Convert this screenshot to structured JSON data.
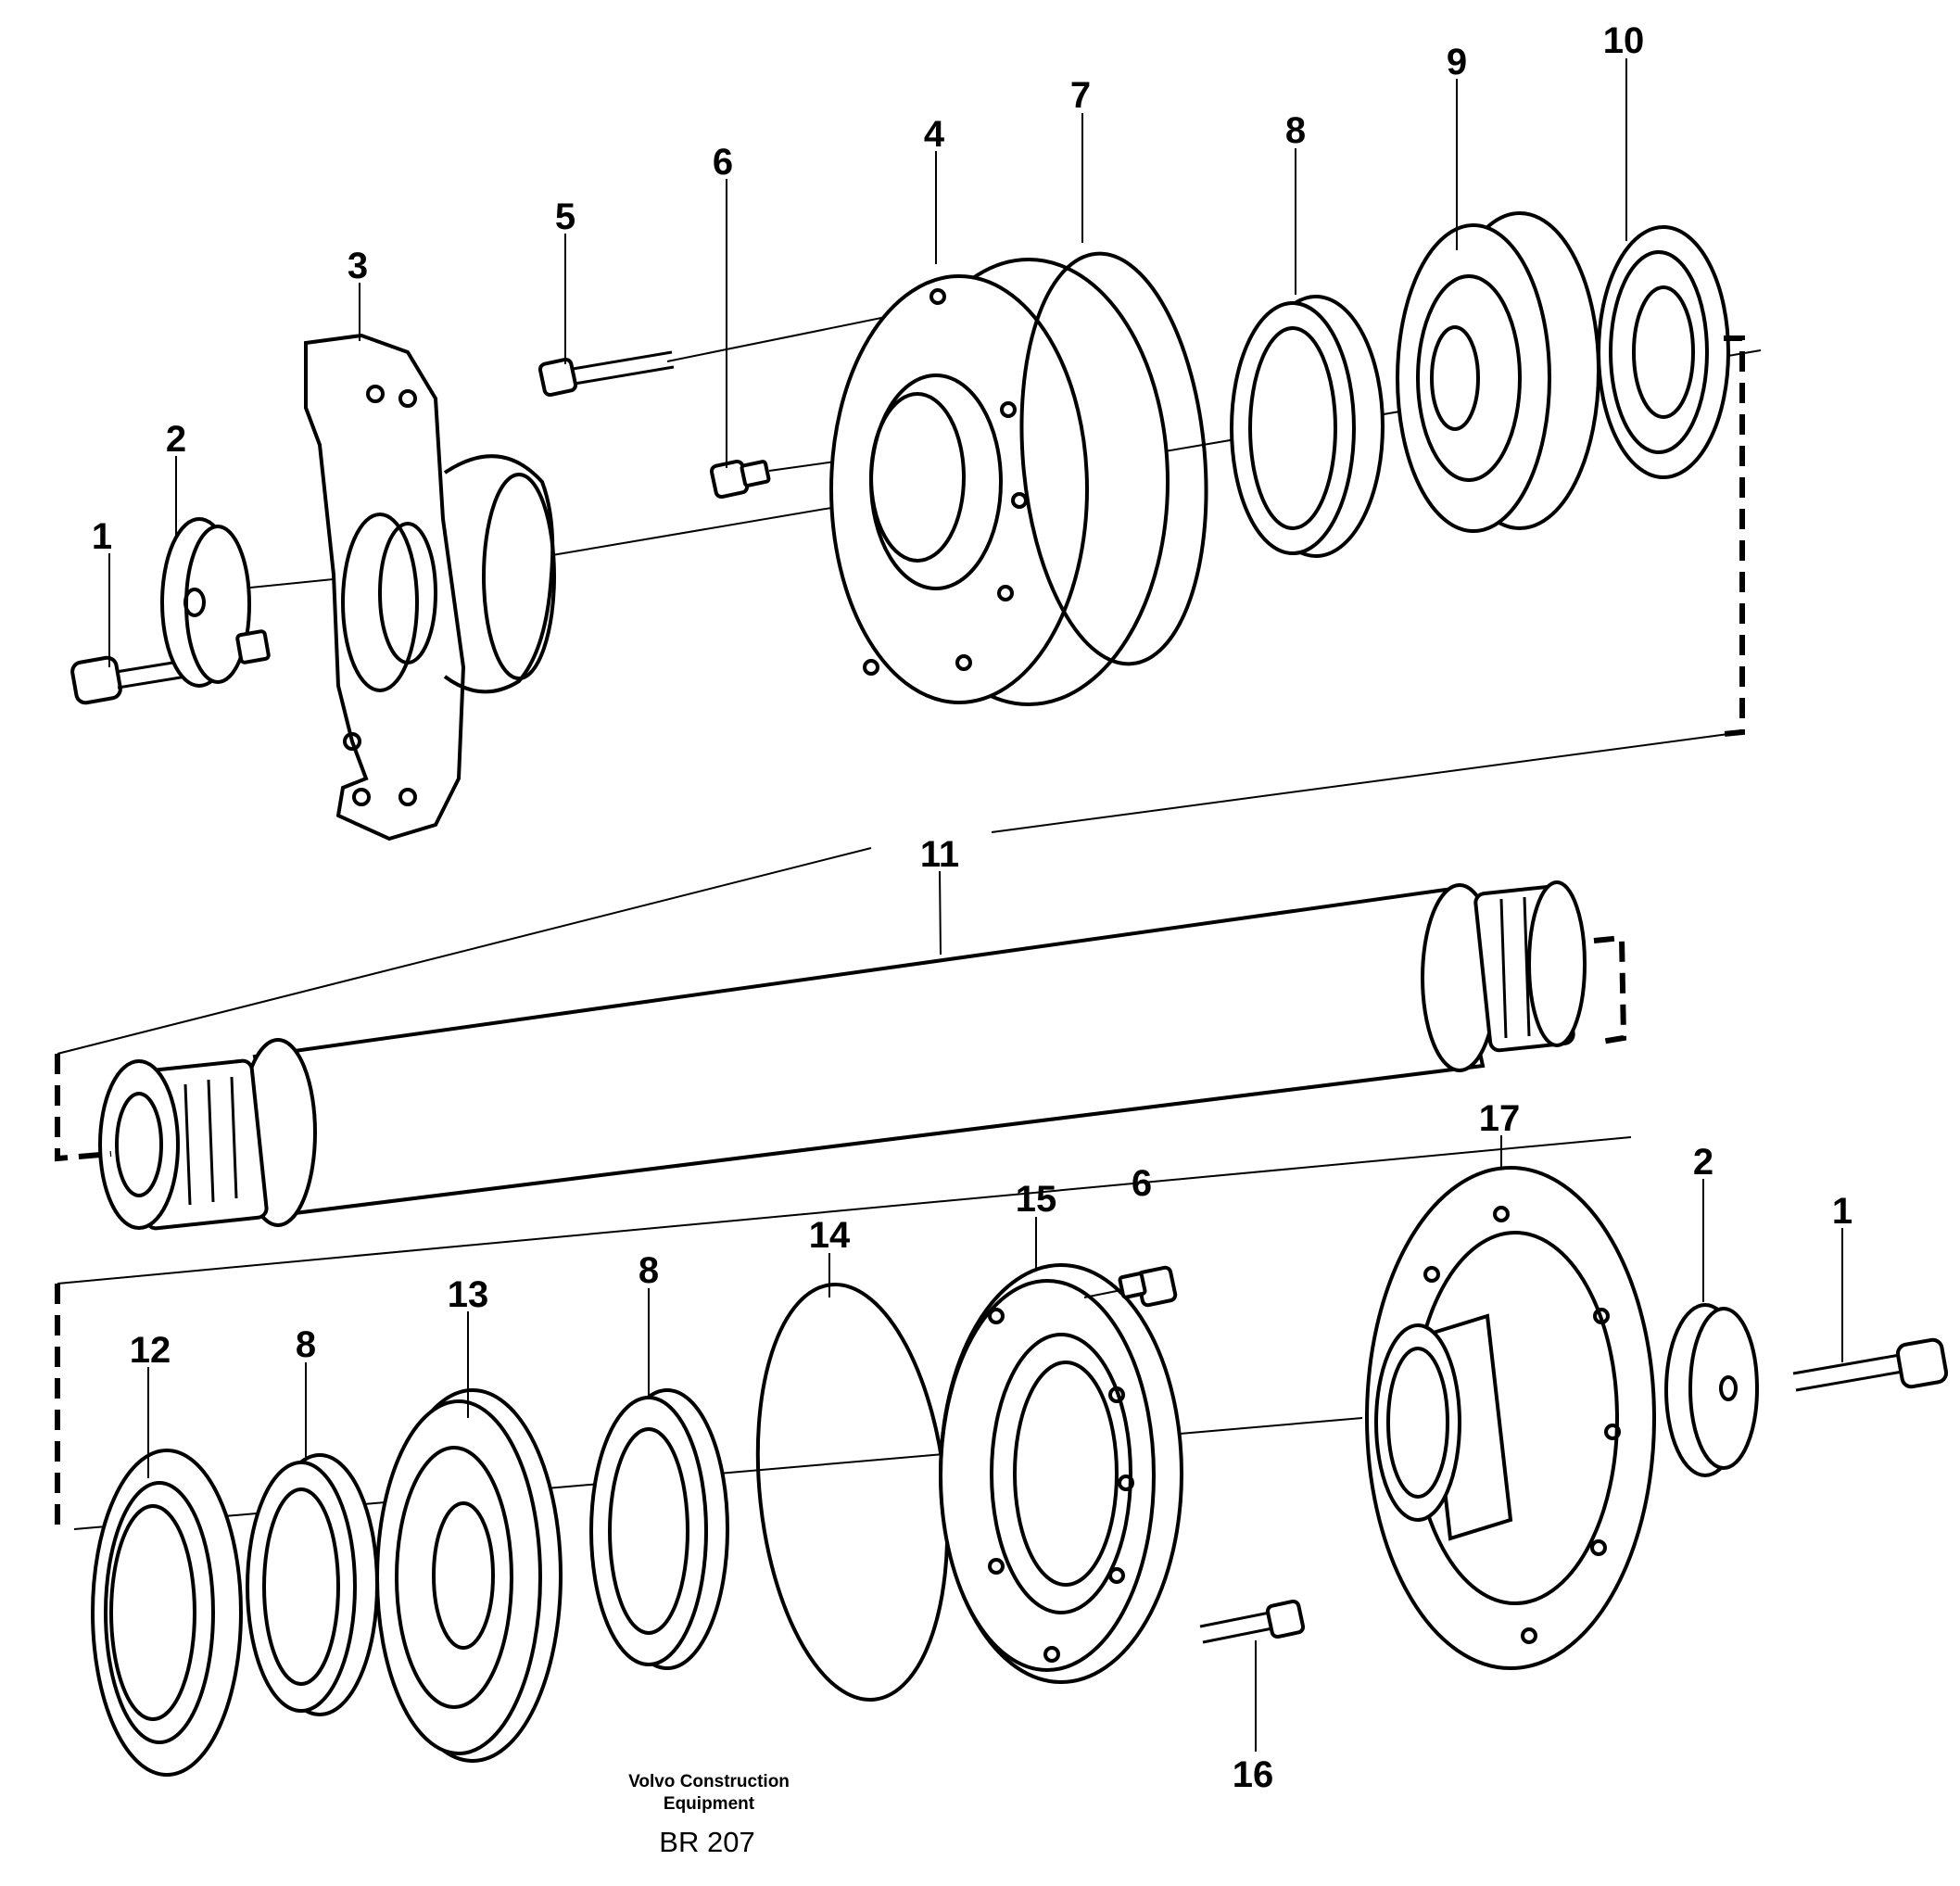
{
  "callouts": [
    "1",
    "2",
    "3",
    "4",
    "5",
    "6",
    "7",
    "8",
    "9",
    "10",
    "11",
    "12",
    "8",
    "13",
    "8",
    "14",
    "15",
    "6",
    "17",
    "2",
    "1",
    "16"
  ],
  "caption": {
    "line1": "Volvo Construction",
    "line2": "Equipment",
    "code": "BR 207"
  }
}
